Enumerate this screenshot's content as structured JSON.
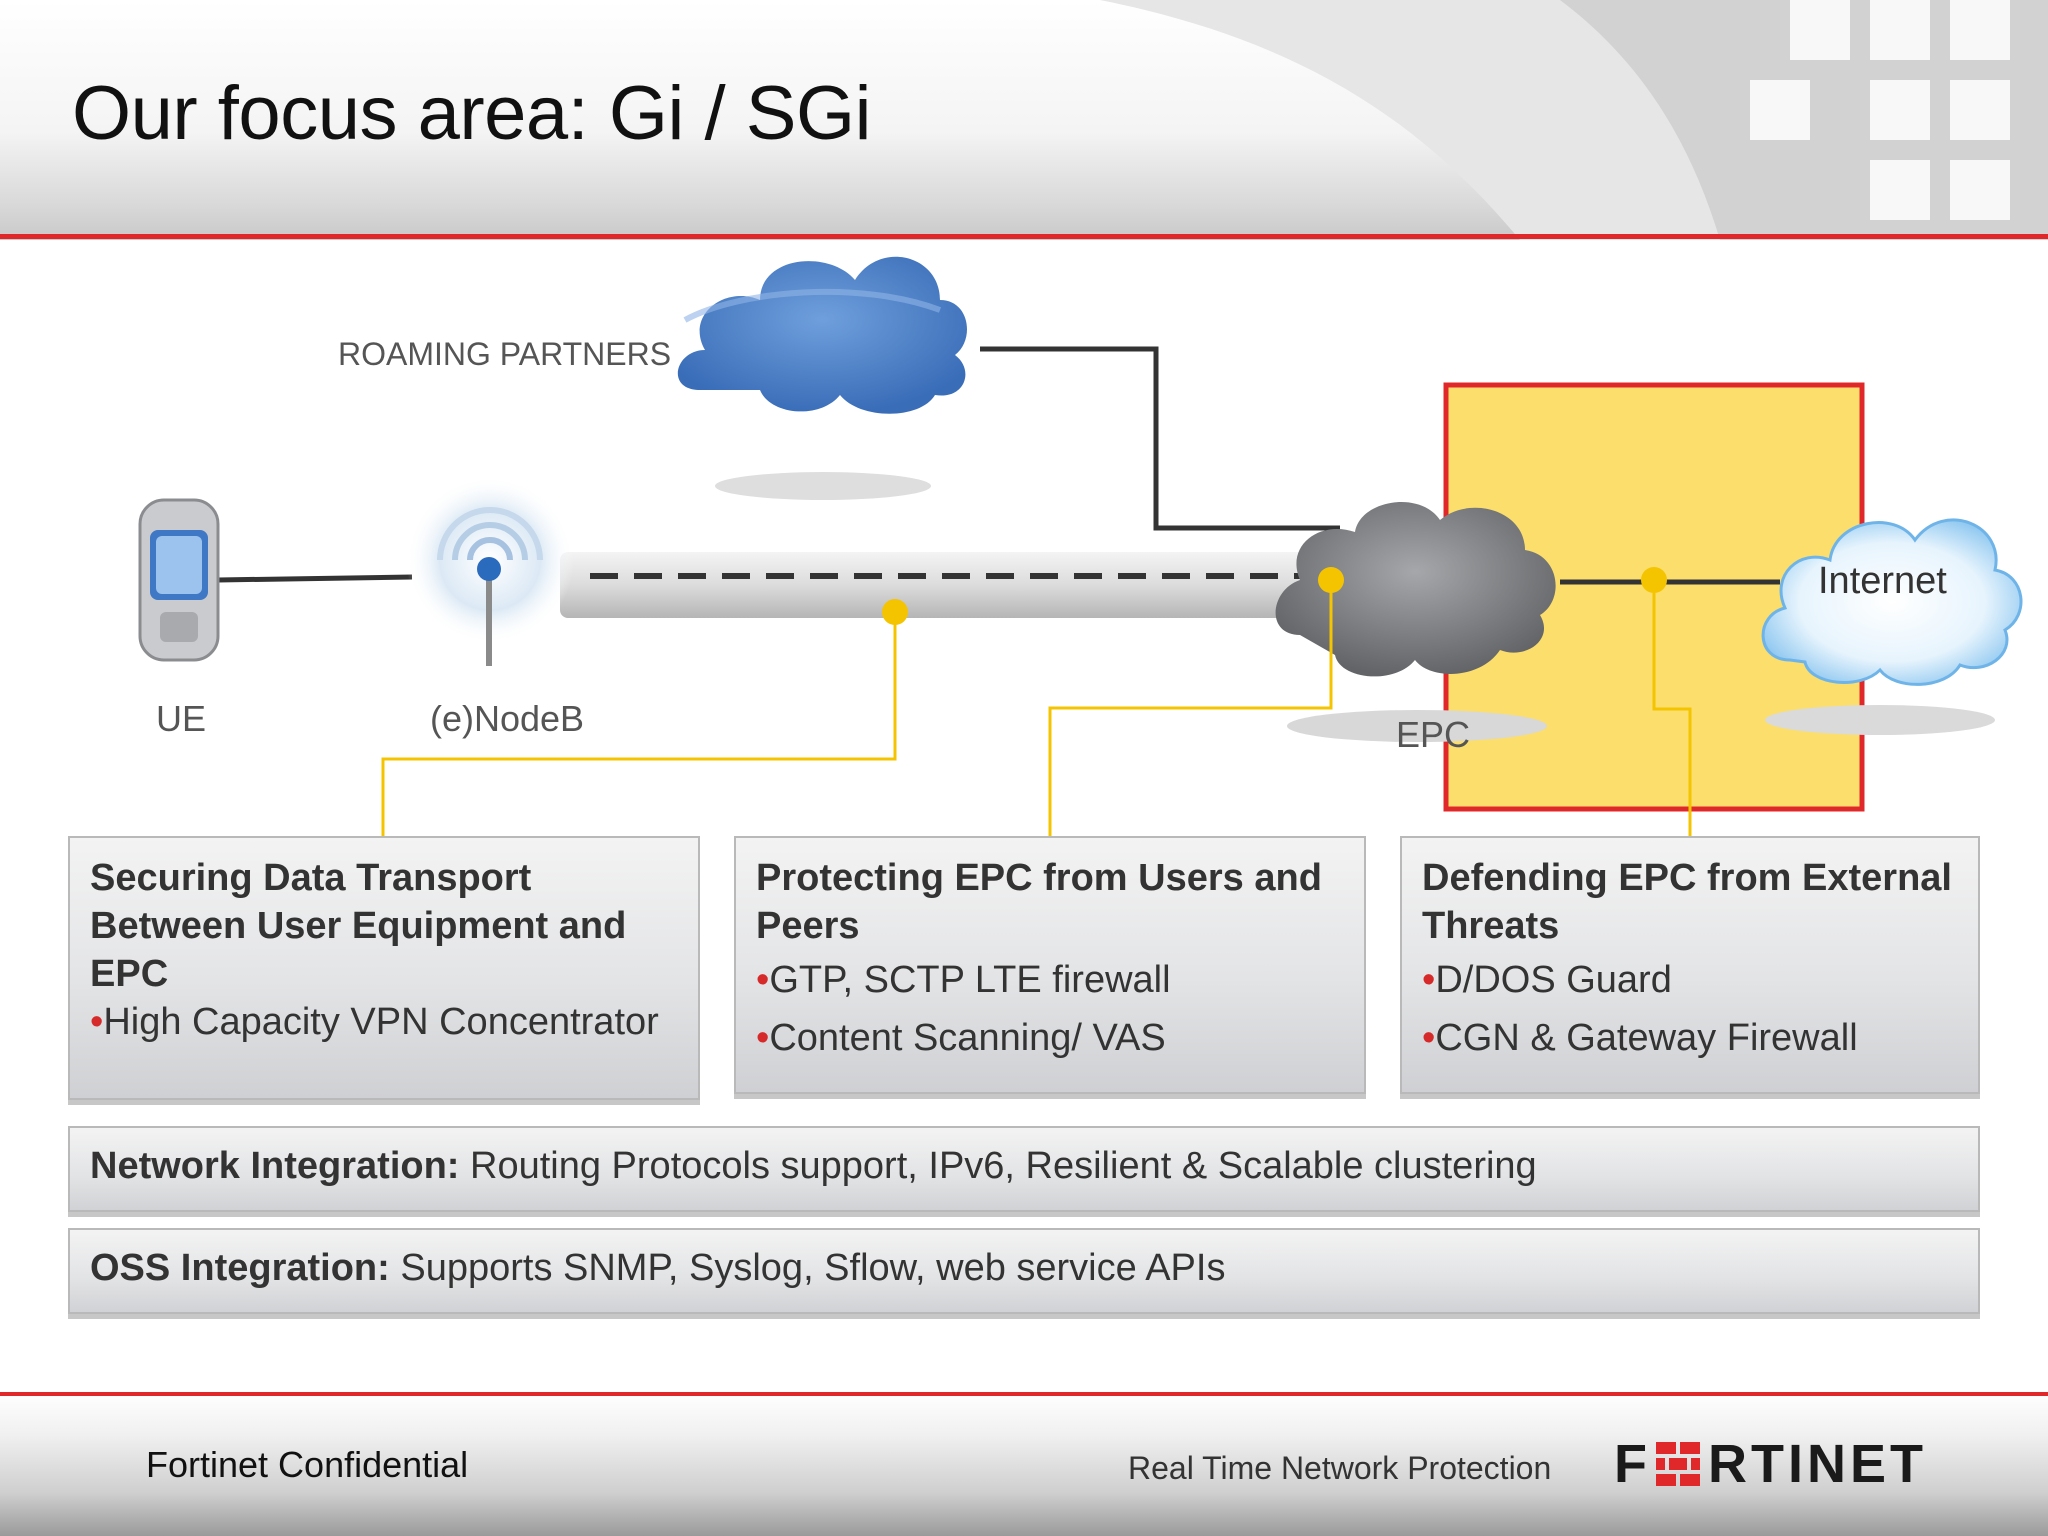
{
  "slide": {
    "title": "Our focus area: Gi / SGi"
  },
  "diagram": {
    "labels": {
      "roaming_partners": "ROAMING PARTNERS",
      "ue": "UE",
      "enodeb": "(e)NodeB",
      "epc": "EPC",
      "internet": "Internet"
    },
    "colors": {
      "highlight_fill": "#fbde6c",
      "highlight_border": "#e0282a",
      "connector": "#f5c400",
      "roaming_cloud": "#4a80c8",
      "epc_cloud": "#7d7f82",
      "internet_cloud": "#8fc8f0"
    }
  },
  "boxes": [
    {
      "title": "Securing Data Transport Between User Equipment and EPC",
      "bullets": [
        "High Capacity VPN Concentrator"
      ]
    },
    {
      "title": "Protecting EPC from Users and Peers",
      "bullets": [
        "GTP, SCTP LTE firewall",
        "Content Scanning/ VAS"
      ]
    },
    {
      "title": "Defending EPC from External Threats",
      "bullets": [
        "D/DOS Guard",
        "CGN & Gateway Firewall"
      ]
    }
  ],
  "bars": [
    {
      "label": "Network Integration:",
      "text": " Routing Protocols support, IPv6, Resilient & Scalable clustering"
    },
    {
      "label": "OSS Integration:",
      "text": " Supports SNMP, Syslog, Sflow, web service APIs"
    }
  ],
  "footer": {
    "confidential": "Fortinet Confidential",
    "tagline": "Real Time Network Protection",
    "logo_text": "FORTINET",
    "accent": "#e0282a"
  }
}
